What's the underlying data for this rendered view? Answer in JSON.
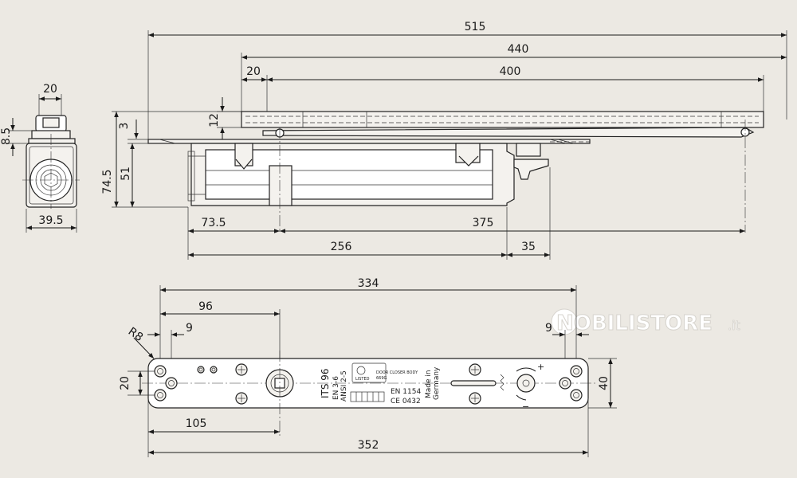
{
  "colors": {
    "background": "#ece9e3",
    "line": "#1a1a1a",
    "part_fill": "#f4f2ee",
    "watermark": "#ffffff"
  },
  "watermark": {
    "name": "NOBILISTORE",
    "suffix": ".it"
  },
  "dimensions": {
    "total_515": "515",
    "arm_440": "440",
    "offset_20": "20",
    "arm_400": "400",
    "height_12": "12",
    "side_width_20": "20",
    "side_8_5": "8.5",
    "side_3": "3",
    "side_74_5": "74.5",
    "side_51": "51",
    "side_39_5": "39.5",
    "front_73_5": "73.5",
    "front_375": "375",
    "front_256": "256",
    "front_35": "35",
    "plate_334": "334",
    "plate_96": "96",
    "plate_9_left": "9",
    "plate_9_right": "9",
    "radius_r8": "R8",
    "plate_20": "20",
    "plate_40": "40",
    "plate_105": "105",
    "plate_352": "352"
  },
  "plate_labels": {
    "model": "ITS 96",
    "en": "EN 3-6",
    "ansi": "ANSI 2-5",
    "ul": "DOOR CLOSER BODY",
    "ul_code": "669G",
    "listed": "LISTED",
    "en1154": "EN 1154",
    "ce": "CE 0432",
    "made_1": "Made in",
    "made_2": "Germany",
    "plus": "+",
    "minus": "−"
  }
}
